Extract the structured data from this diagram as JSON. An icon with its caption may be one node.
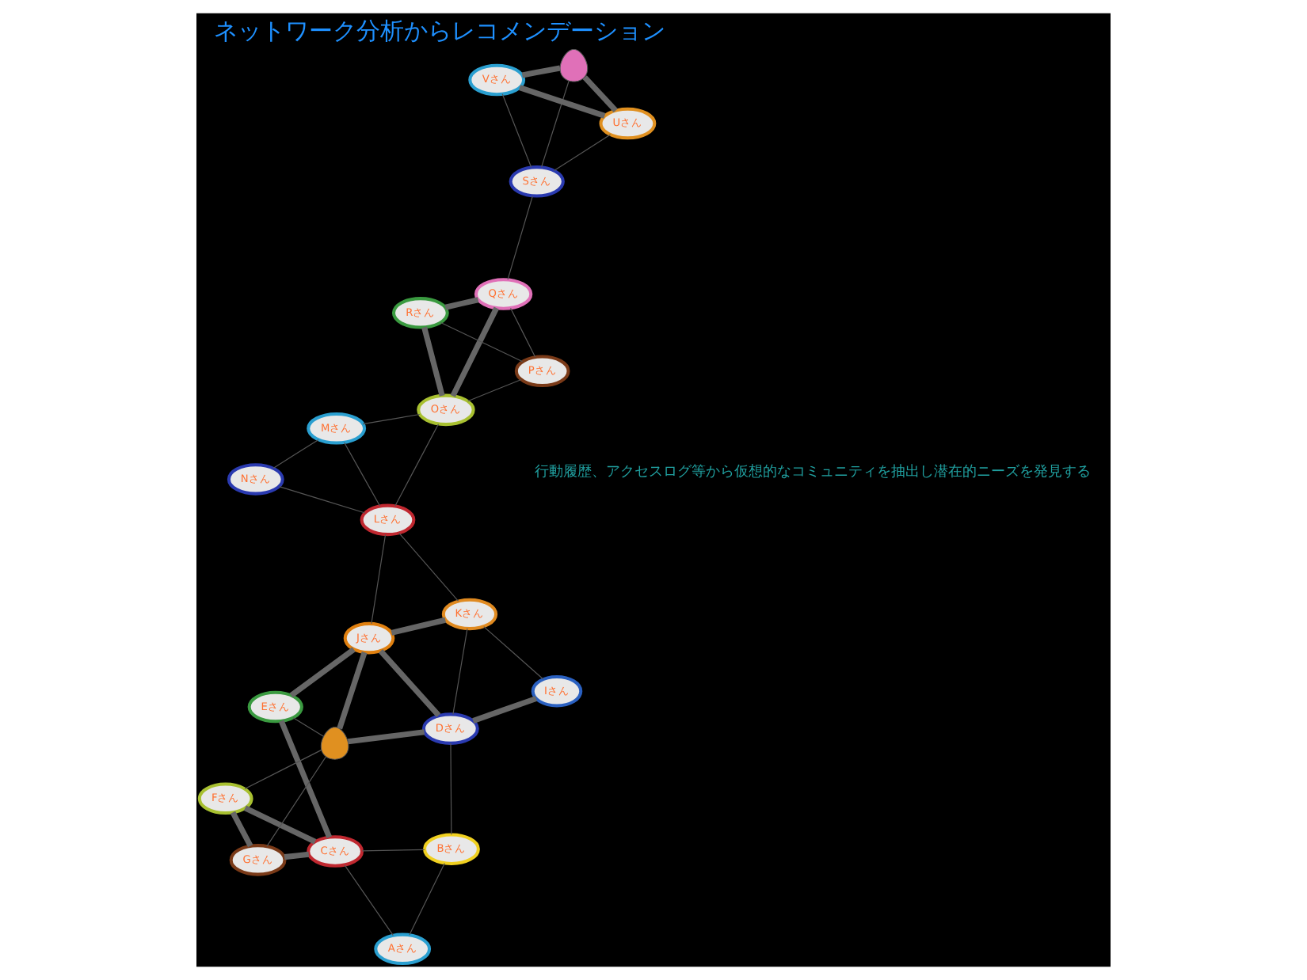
{
  "diagram": {
    "title": "ネットワーク分析からレコメンデーション",
    "nodes": [
      {
        "text": [
          "Aさん"
        ]
      },
      {
        "text": [
          "Bさん"
        ]
      },
      {
        "text": [
          "Cさん"
        ]
      },
      {
        "text": [
          "Fさん"
        ]
      },
      {
        "text": [
          "Gさん"
        ]
      },
      {
        "text": [
          "Eさん"
        ]
      },
      {
        "text": [],
        "shape": "person"
      },
      {
        "text": [
          "Dさん"
        ]
      },
      {
        "text": [
          "Jさん"
        ]
      },
      {
        "text": [
          "Iさん"
        ]
      },
      {
        "text": [
          "Kさん"
        ]
      },
      {
        "text": [
          "Lさん"
        ]
      },
      {
        "text": [
          "Oさん"
        ]
      },
      {
        "text": [
          "Qさん"
        ]
      },
      {
        "text": [
          "Rさん"
        ]
      },
      {
        "text": [
          "Pさん"
        ]
      },
      {
        "text": [
          "Mさん"
        ]
      },
      {
        "text": [
          "Nさん"
        ]
      },
      {
        "text": [
          "Sさん"
        ]
      },
      {
        "text": [],
        "shape": "person"
      },
      {
        "text": [
          "Uさん"
        ]
      },
      {
        "text": [
          "Vさん"
        ]
      }
    ],
    "edges": [
      {
        "from": 0,
        "to": 1,
        "arrow": "none"
      },
      {
        "from": 0,
        "to": 2,
        "arrow": "none"
      },
      {
        "from": 1,
        "to": 2,
        "arrow": "none"
      },
      {
        "from": 1,
        "to": 7,
        "arrow": "none"
      },
      {
        "from": 2,
        "to": 3,
        "arrow": "none",
        "style": "thick"
      },
      {
        "from": 2,
        "to": 4,
        "arrow": "none",
        "style": "thick"
      },
      {
        "from": 3,
        "to": 4,
        "arrow": "none",
        "style": "thick"
      },
      {
        "from": 2,
        "to": 5,
        "arrow": "none",
        "style": "thick"
      },
      {
        "from": 3,
        "to": 6,
        "arrow": "none"
      },
      {
        "from": 4,
        "to": 6,
        "arrow": "none"
      },
      {
        "from": 5,
        "to": 6,
        "arrow": "none"
      },
      {
        "from": 5,
        "to": 8,
        "arrow": "none",
        "style": "thick"
      },
      {
        "from": 7,
        "to": 6,
        "arrow": "none",
        "style": "thick"
      },
      {
        "from": 8,
        "to": 6,
        "arrow": "none",
        "style": "thick"
      },
      {
        "from": 7,
        "to": 8,
        "arrow": "none",
        "style": "thick"
      },
      {
        "from": 7,
        "to": 9,
        "arrow": "none",
        "style": "thick"
      },
      {
        "from": 7,
        "to": 10,
        "arrow": "none"
      },
      {
        "from": 9,
        "to": 10,
        "arrow": "none"
      },
      {
        "from": 10,
        "to": 8,
        "arrow": "none",
        "style": "thick"
      },
      {
        "from": 10,
        "to": 11,
        "arrow": "none"
      },
      {
        "from": 8,
        "to": 11,
        "arrow": "none"
      },
      {
        "from": 11,
        "to": 12,
        "arrow": "none"
      },
      {
        "from": 11,
        "to": 16,
        "arrow": "none"
      },
      {
        "from": 11,
        "to": 17,
        "arrow": "none"
      },
      {
        "from": 16,
        "to": 17,
        "arrow": "none"
      },
      {
        "from": 16,
        "to": 12,
        "arrow": "none"
      },
      {
        "from": 12,
        "to": 13,
        "arrow": "none",
        "style": "thick"
      },
      {
        "from": 12,
        "to": 14,
        "arrow": "none",
        "style": "thick"
      },
      {
        "from": 12,
        "to": 15,
        "arrow": "none"
      },
      {
        "from": 15,
        "to": 13,
        "arrow": "none"
      },
      {
        "from": 15,
        "to": 14,
        "arrow": "none"
      },
      {
        "from": 13,
        "to": 14,
        "arrow": "none",
        "style": "thick"
      },
      {
        "from": 13,
        "to": 18,
        "arrow": "none"
      },
      {
        "from": 19,
        "to": 18,
        "arrow": "none"
      },
      {
        "from": 19,
        "to": 20,
        "arrow": "none",
        "style": "thick"
      },
      {
        "from": 19,
        "to": 21,
        "arrow": "none",
        "style": "thick"
      },
      {
        "from": 20,
        "to": 21,
        "arrow": "none",
        "style": "thick"
      },
      {
        "from": 20,
        "to": 18,
        "arrow": "none"
      },
      {
        "from": 21,
        "to": 18,
        "arrow": "none"
      }
    ],
    "labels": [
      "行動履歴、アクセスログ等から仮想的なコミュニティを抽出し潜在的ニーズを発見する"
    ]
  }
}
